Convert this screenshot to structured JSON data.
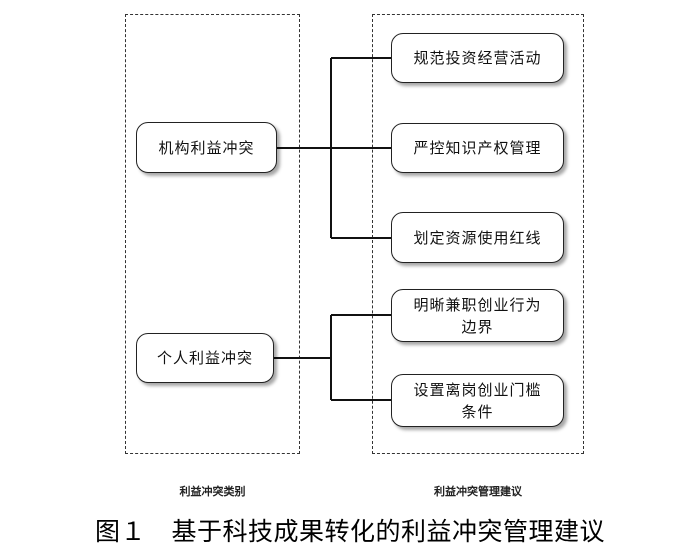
{
  "categories": {
    "group_label": "利益冲突类别",
    "items": [
      {
        "label": "机构利益冲突"
      },
      {
        "label": "个人利益冲突"
      }
    ]
  },
  "suggestions": {
    "group_label": "利益冲突管理建议",
    "items": [
      {
        "label": "规范投资经营活动"
      },
      {
        "label": "严控知识产权管理"
      },
      {
        "label": "划定资源使用红线"
      },
      {
        "label": "明晰兼职创业行为边界"
      },
      {
        "label": "设置离岗创业门槛条件"
      }
    ]
  },
  "caption": "图１　基于科技成果转化的利益冲突管理建议"
}
